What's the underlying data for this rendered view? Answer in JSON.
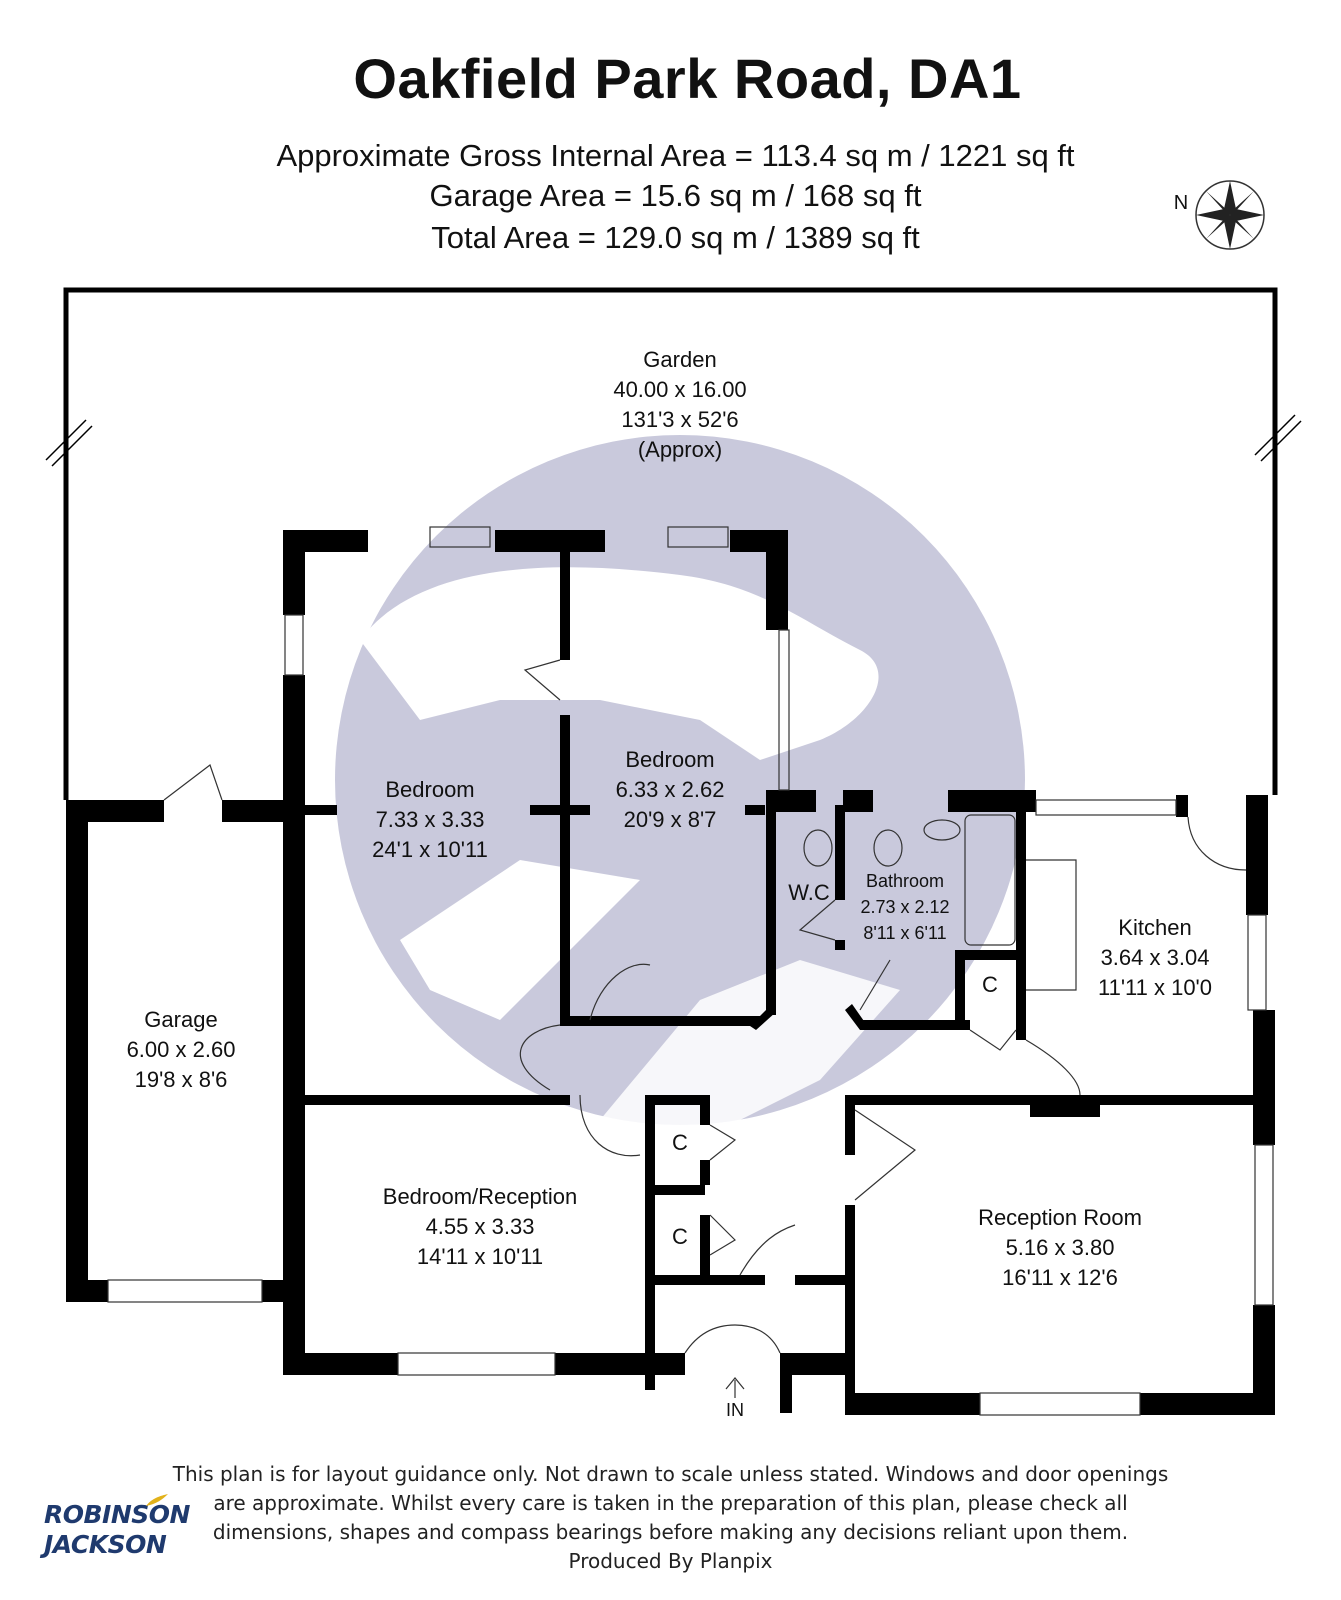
{
  "header": {
    "title": "Oakfield Park Road, DA1",
    "gross_area": "Approximate Gross Internal Area = 113.4 sq m / 1221 sq ft",
    "garage_area": "Garage Area = 15.6 sq m / 168 sq ft",
    "total_area": "Total Area = 129.0 sq m / 1389 sq ft"
  },
  "compass": {
    "label": "N"
  },
  "rooms": {
    "garden": {
      "name": "Garden",
      "metric": "40.00 x 16.00",
      "imperial": "131'3 x 52'6",
      "note": "(Approx)"
    },
    "bedroom1": {
      "name": "Bedroom",
      "metric": "7.33 x 3.33",
      "imperial": "24'1 x 10'11"
    },
    "bedroom2": {
      "name": "Bedroom",
      "metric": "6.33 x 2.62",
      "imperial": "20'9 x 8'7"
    },
    "wc": {
      "name": "W.C"
    },
    "bathroom": {
      "name": "Bathroom",
      "metric": "2.73 x 2.12",
      "imperial": "8'11 x 6'11"
    },
    "kitchen": {
      "name": "Kitchen",
      "metric": "3.64 x 3.04",
      "imperial": "11'11 x 10'0"
    },
    "garage": {
      "name": "Garage",
      "metric": "6.00 x 2.60",
      "imperial": "19'8 x 8'6"
    },
    "bedroom_reception": {
      "name": "Bedroom/Reception",
      "metric": "4.55 x 3.33",
      "imperial": "14'11 x 10'11"
    },
    "reception": {
      "name": "Reception Room",
      "metric": "5.16 x 3.80",
      "imperial": "16'11 x 12'6"
    },
    "cupboard_a": {
      "name": "C"
    },
    "cupboard_b": {
      "name": "C"
    },
    "cupboard_c": {
      "name": "C"
    }
  },
  "entrance": {
    "label": "IN"
  },
  "footer": {
    "disclaimer_lines": [
      "This plan is for layout guidance only. Not drawn to scale unless stated. Windows and door openings",
      "are approximate. Whilst every care is taken in the preparation of this plan, please check all",
      "dimensions, shapes and compass bearings before making any decisions reliant upon them.",
      "Produced By Planpix"
    ]
  },
  "logo": {
    "line1": "ROBINSON",
    "line2": "JACKSON",
    "color": "#1f3a6e"
  },
  "colors": {
    "watermark": "#c9c9dc",
    "wall": "#000000"
  }
}
